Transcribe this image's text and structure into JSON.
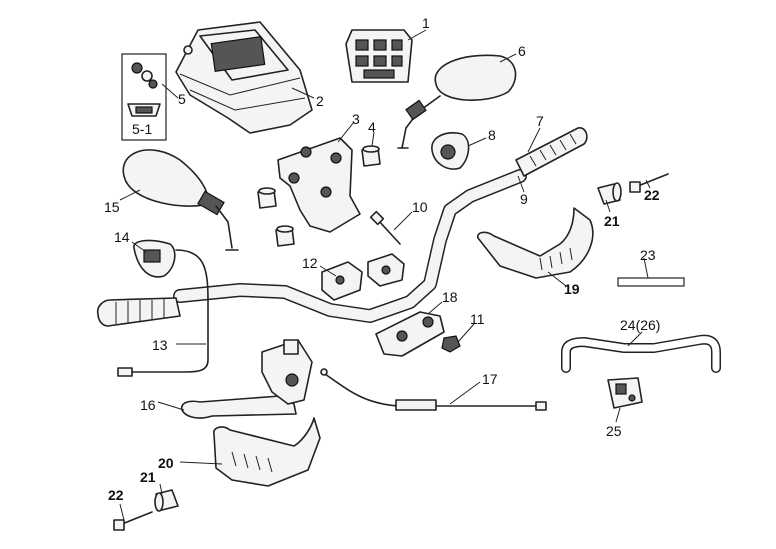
{
  "callouts": {
    "c1": "1",
    "c2": "2",
    "c3": "3",
    "c4": "4",
    "c5": "5",
    "c5_1": "5-1",
    "c6": "6",
    "c7": "7",
    "c8": "8",
    "c9": "9",
    "c10": "10",
    "c11": "11",
    "c12": "12",
    "c13": "13",
    "c14": "14",
    "c15": "15",
    "c16": "16",
    "c17": "17",
    "c18": "18",
    "c19": "19",
    "c20": "20",
    "c21a": "21",
    "c21b": "21",
    "c22a": "22",
    "c22b": "22",
    "c23": "23",
    "c24": "24(26)",
    "c25": "25"
  }
}
